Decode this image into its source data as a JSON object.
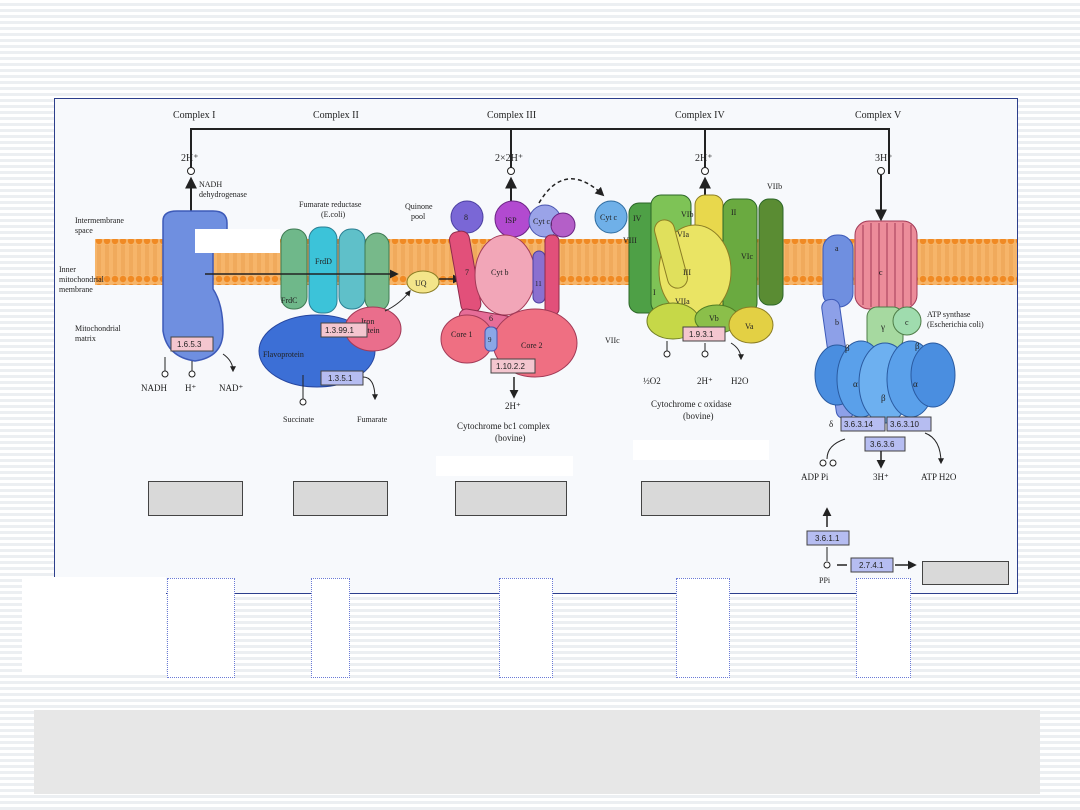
{
  "complexes": {
    "c1": "Complex I",
    "c2": "Complex II",
    "c3": "Complex III",
    "c4": "Complex IV",
    "c5": "Complex V"
  },
  "protons": {
    "c1": "2H⁺",
    "c3": "2×2H⁺",
    "c4": "2H⁺",
    "c5": "3H⁺",
    "c3_bottom": "2H⁺",
    "c4_bottom": "2H⁺",
    "c5_bottom": "3H⁺"
  },
  "regions": {
    "intermembrane_1": "Intermembrane",
    "intermembrane_2": "space",
    "inner_1": "Inner",
    "inner_2": "mitochondrial",
    "inner_3": "membrane",
    "matrix_1": "Mitochondrial",
    "matrix_2": "matrix"
  },
  "labels": {
    "nadh_dh_1": "NADH",
    "nadh_dh_2": "dehydrogenase",
    "fumarate_red_1": "Fumarate reductase",
    "fumarate_red_2": "(E.coli)",
    "quinone_1": "Quinone",
    "quinone_2": "pool",
    "uq": "UQ",
    "frdd": "FrdD",
    "frdc": "FrdC",
    "flavoprotein": "Flavoprotein",
    "iron_1": "Iron",
    "iron_2": "protein",
    "isp": "ISP",
    "cytc1": "Cyt c₁",
    "cytb": "Cyt b",
    "core1": "Core 1",
    "core2": "Core 2",
    "cytc": "Cyt c",
    "sub_8": "8",
    "sub_7": "7",
    "sub_6": "6",
    "sub_9": "9",
    "sub_11": "11",
    "c4_IV": "IV",
    "c4_VIII": "VIII",
    "c4_VIb": "VIb",
    "c4_VIa": "VIa",
    "c4_III": "III",
    "c4_I": "I",
    "c4_VIIa": "VIIa",
    "c4_II": "II",
    "c4_VIc": "VIc",
    "c4_VIIb": "VIIb",
    "c4_Vb": "Vb",
    "c4_Va": "Va",
    "c4_VIIc": "VIIc",
    "c5_a": "a",
    "c5_b": "b",
    "c5_c": "c",
    "c5_gamma": "γ",
    "c5_c2": "c",
    "c5_beta1": "β",
    "c5_beta2": "β",
    "c5_beta3": "β",
    "c5_alpha1": "α",
    "c5_alpha2": "α",
    "c5_delta": "δ",
    "atp_synthase_1": "ATP synthase",
    "atp_synthase_2": "(Escherichia coli)",
    "cyt_bc1_1": "Cytochrome bc1 complex",
    "cyt_bc1_2": "(bovine)",
    "cyt_oxidase_1": "Cytochrome c oxidase",
    "cyt_oxidase_2": "(bovine)"
  },
  "metabolites": {
    "nadh": "NADH",
    "hplus": "H⁺",
    "nadplus": "NAD⁺",
    "succinate": "Succinate",
    "fumarate": "Fumarate",
    "o2": "½O2",
    "h2o": "H2O",
    "adp_pi": "ADP  Pi",
    "atp_h2o": "ATP  H2O",
    "ppi": "PPi"
  },
  "ec_numbers": {
    "ec_1653": "1.6.5.3",
    "ec_13991": "1.3.99.1",
    "ec_1351": "1.3.5.1",
    "ec_11022": "1.10.2.2",
    "ec_1931": "1.9.3.1",
    "ec_363314": "3.6.3.14",
    "ec_363310": "3.6.3.10",
    "ec_36336": "3.6.3.6",
    "ec_3611": "3.6.1.1",
    "ec_2741": "2.7.4.1"
  },
  "colors": {
    "border": "#2d3f8c",
    "membrane": "#f4a446",
    "ec_pink": "#f4c6cf",
    "ec_blue": "#b6bdf1"
  }
}
